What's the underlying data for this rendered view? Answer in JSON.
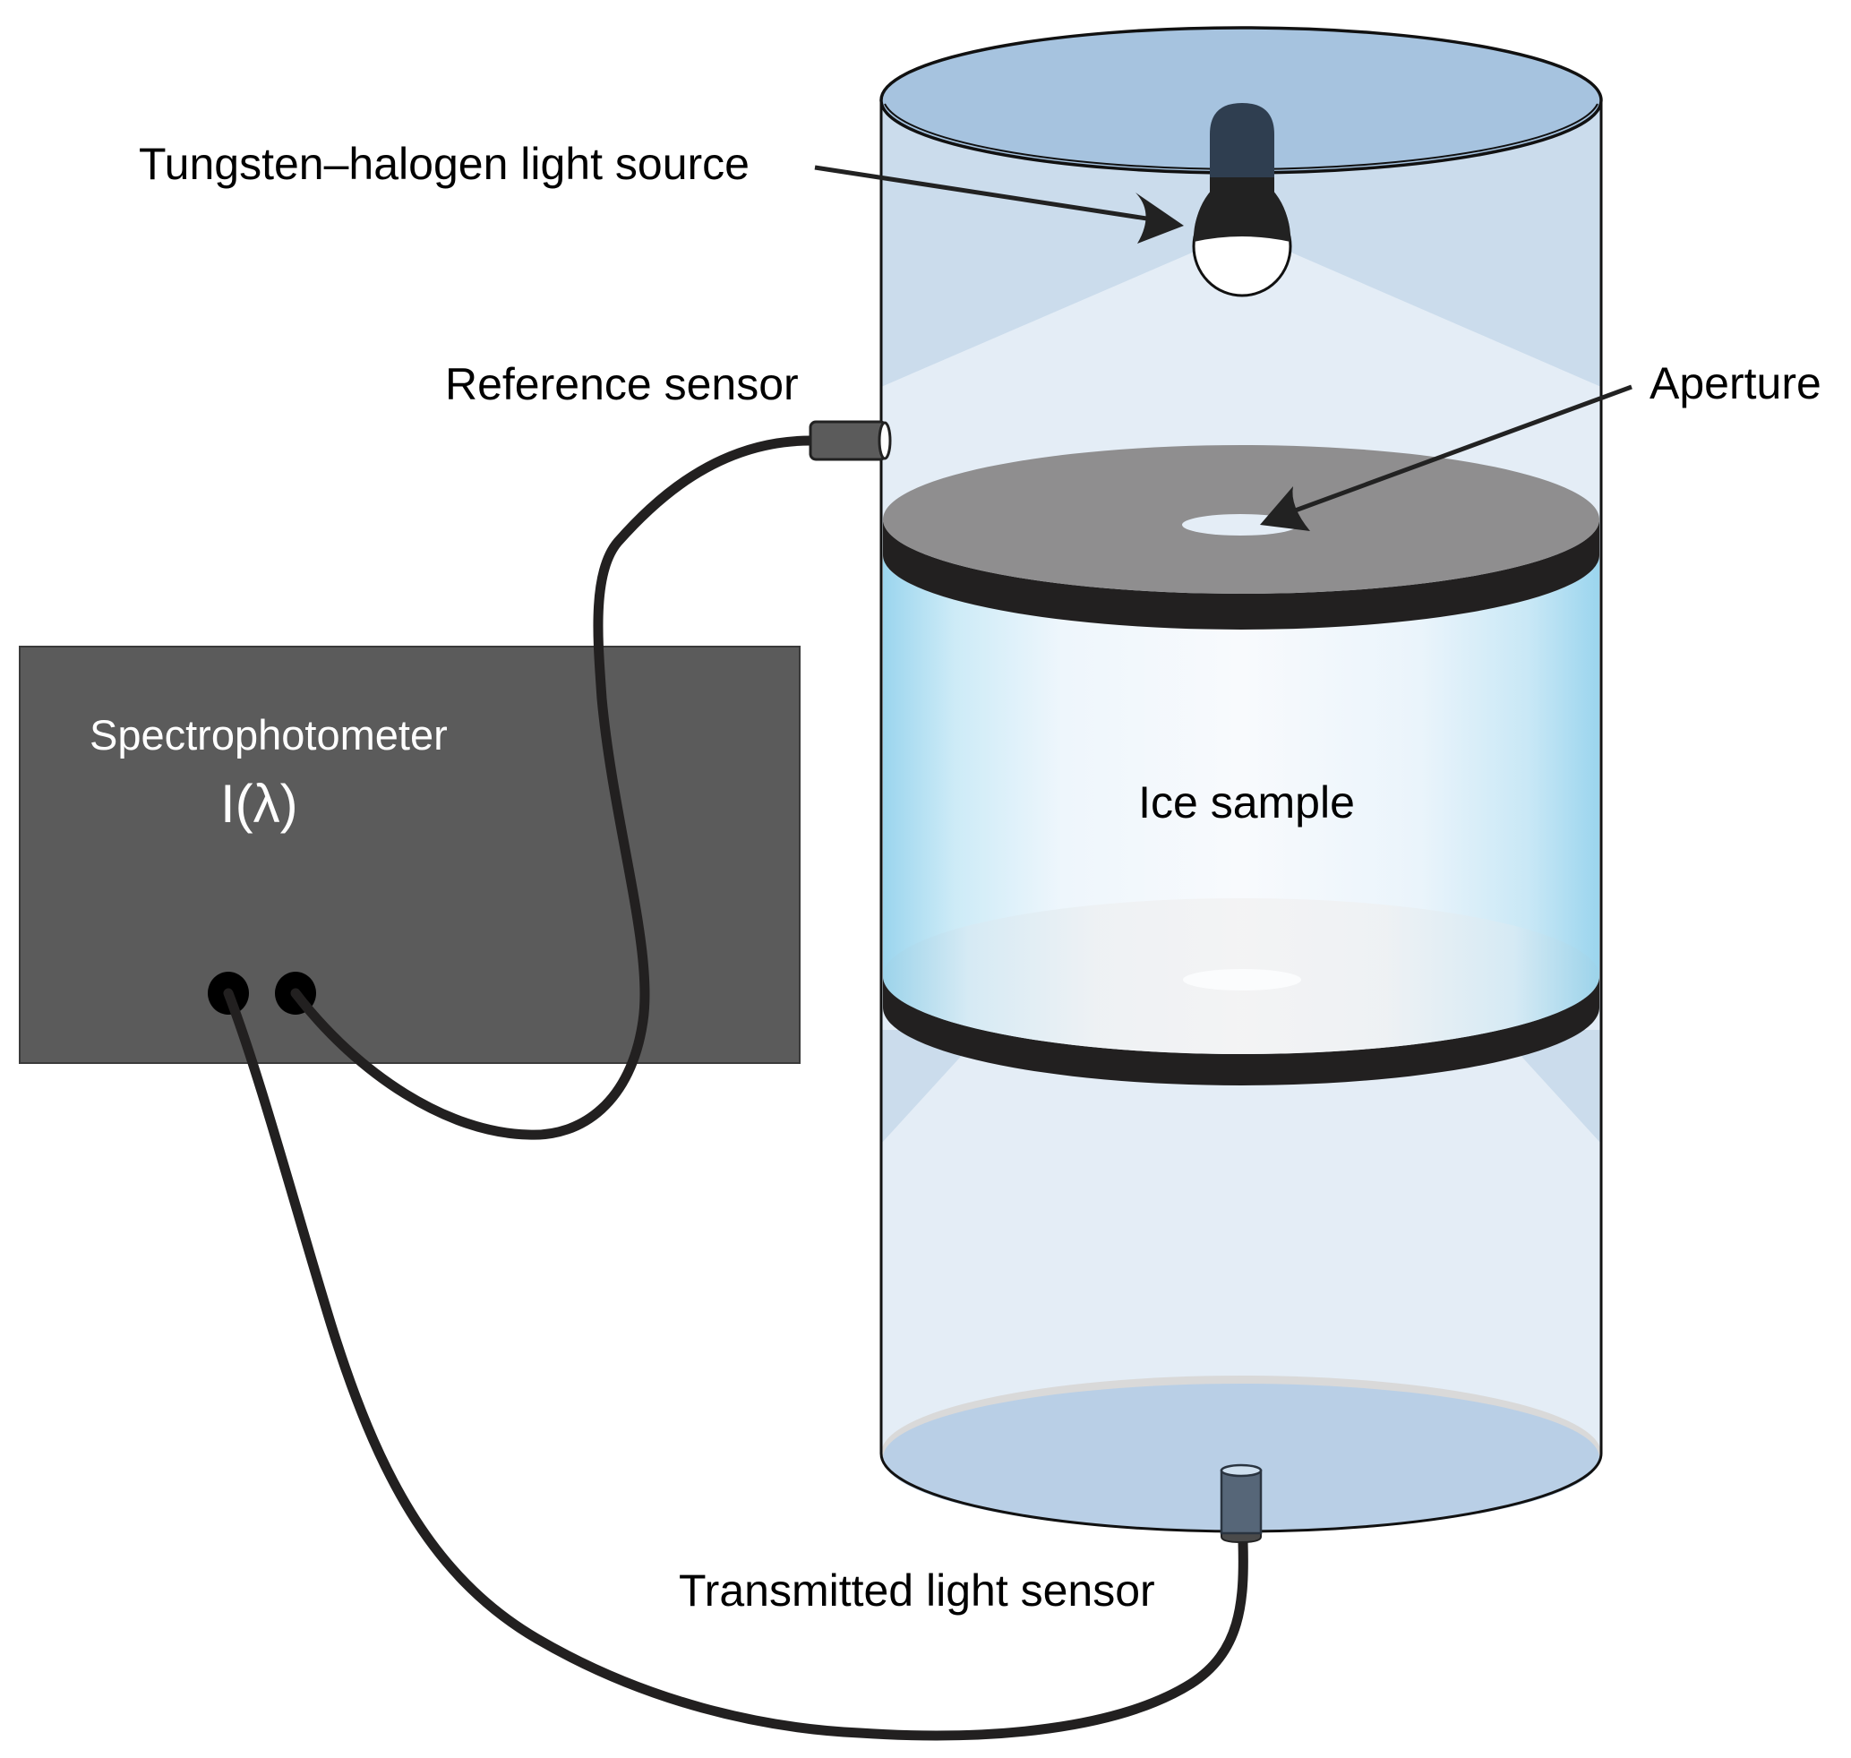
{
  "figure": {
    "type": "experimental-setup-diagram",
    "labels": {
      "light_source": "Tungsten–halogen light source",
      "reference_sensor": "Reference sensor",
      "aperture": "Aperture",
      "spectrophotometer": "Spectrophotometer",
      "intensity": "I(λ)",
      "ice_sample": "Ice sample",
      "transmitted_sensor": "Transmitted light sensor"
    },
    "components": [
      {
        "id": "light-source",
        "icon": "bulb-icon"
      },
      {
        "id": "reference-sensor",
        "icon": "sensor-icon"
      },
      {
        "id": "upper-aperture-plate",
        "icon": "disc-icon"
      },
      {
        "id": "ice-sample",
        "icon": "cylinder-icon"
      },
      {
        "id": "lower-aperture-plate",
        "icon": "disc-icon"
      },
      {
        "id": "transmitted-light-sensor",
        "icon": "sensor-icon"
      },
      {
        "id": "spectrophotometer",
        "icon": "box-icon"
      }
    ],
    "colors": {
      "chamber_top": "#a6c3df",
      "chamber_side": "#cbdcec",
      "light_cone": "#e4edf6",
      "chamber_bottom": "#b9cfe6",
      "plate_top": "#8f8e8f",
      "plate_rim": "#222020",
      "lower_plate_top": "#f2f3f4",
      "ice_edge": "#9fd6ee",
      "ice_center": "#f7fafd",
      "spectrophotometer": "#5b5b5b",
      "cable": "#222020",
      "sensor": "#5b5b5b",
      "transmitted_sensor": "#566678",
      "bulb_stem": "#2f3e50",
      "bulb_dark": "#222222"
    }
  }
}
